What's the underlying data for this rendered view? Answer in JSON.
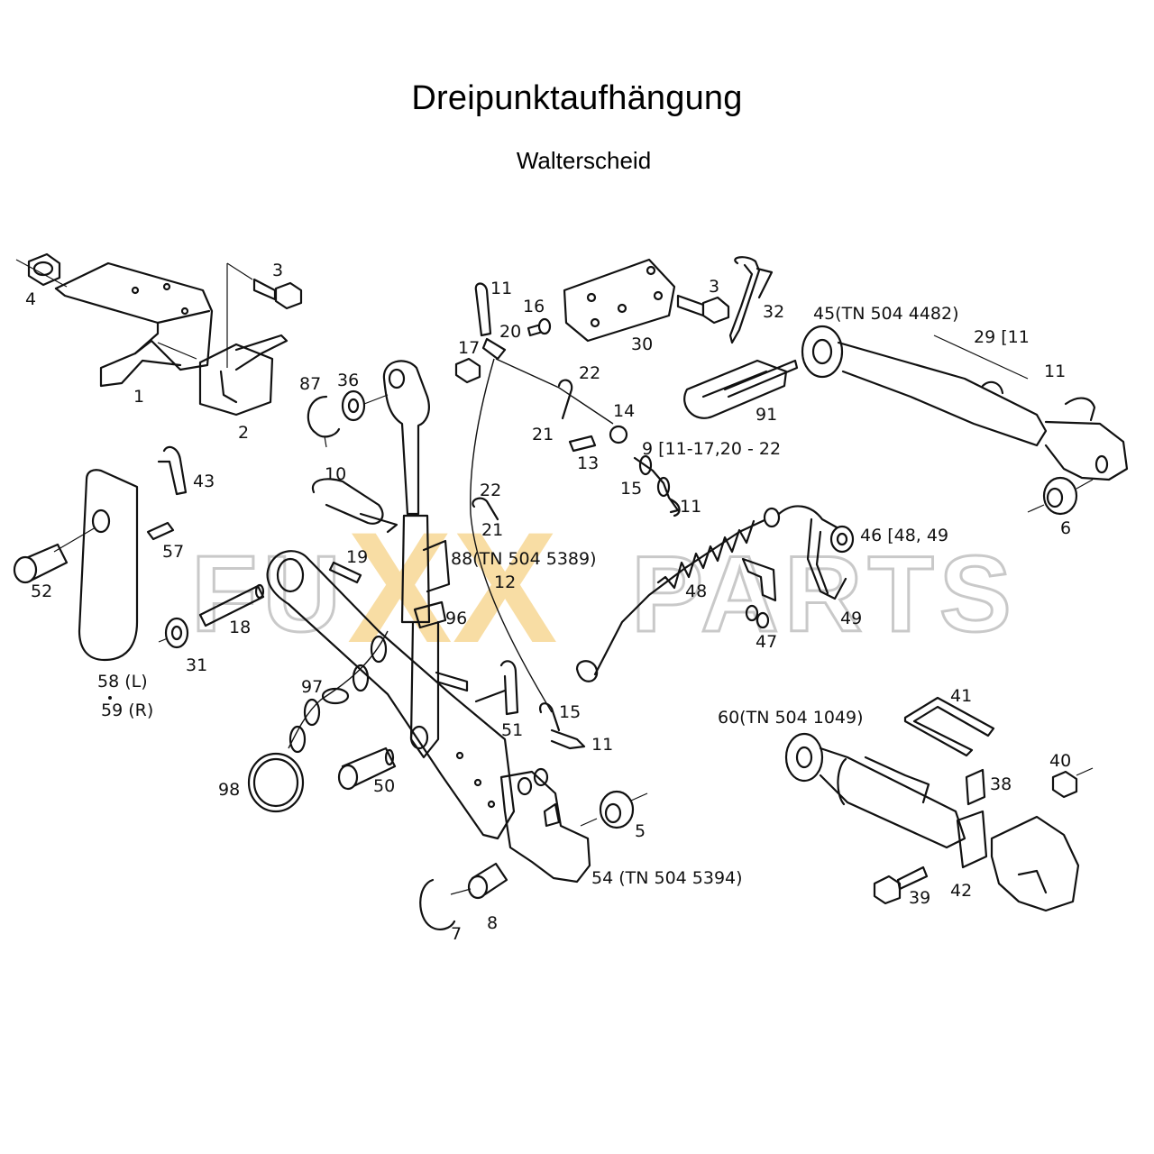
{
  "title": "Dreipunktaufhängung",
  "subtitle": "Walterscheid",
  "watermark": {
    "left": "FU",
    "middle": "XX",
    "right": "PARTS",
    "colors": {
      "outline": "#c9c9c9",
      "accent": "#f2c15a"
    }
  },
  "labels": [
    {
      "id": "4",
      "text": "4"
    },
    {
      "id": "1",
      "text": "1"
    },
    {
      "id": "3a",
      "text": "3"
    },
    {
      "id": "2",
      "text": "2"
    },
    {
      "id": "11a",
      "text": "11"
    },
    {
      "id": "16",
      "text": "16"
    },
    {
      "id": "20a",
      "text": "20"
    },
    {
      "id": "17",
      "text": "17"
    },
    {
      "id": "22a",
      "text": "22"
    },
    {
      "id": "21a",
      "text": "21"
    },
    {
      "id": "14",
      "text": "14"
    },
    {
      "id": "13",
      "text": "13"
    },
    {
      "id": "9",
      "text": "9 [11-17,20 - 22"
    },
    {
      "id": "15a",
      "text": "15"
    },
    {
      "id": "11b",
      "text": "11"
    },
    {
      "id": "30",
      "text": "30"
    },
    {
      "id": "3b",
      "text": "3"
    },
    {
      "id": "32",
      "text": "32"
    },
    {
      "id": "91",
      "text": "91"
    },
    {
      "id": "45",
      "text": "45(TN 504 4482)"
    },
    {
      "id": "29",
      "text": "29 [11"
    },
    {
      "id": "11c",
      "text": "11"
    },
    {
      "id": "6",
      "text": "6"
    },
    {
      "id": "87",
      "text": "87"
    },
    {
      "id": "36",
      "text": "36"
    },
    {
      "id": "43",
      "text": "43"
    },
    {
      "id": "57",
      "text": "57"
    },
    {
      "id": "52",
      "text": "52"
    },
    {
      "id": "58",
      "text": "58 (L)"
    },
    {
      "id": "59",
      "text": "59 (R)"
    },
    {
      "id": "10",
      "text": "10"
    },
    {
      "id": "19",
      "text": "19"
    },
    {
      "id": "18",
      "text": "18"
    },
    {
      "id": "31",
      "text": "31"
    },
    {
      "id": "22b",
      "text": "22"
    },
    {
      "id": "21b",
      "text": "21"
    },
    {
      "id": "88",
      "text": "88(TN 504 5389)"
    },
    {
      "id": "12",
      "text": "12"
    },
    {
      "id": "96",
      "text": "96"
    },
    {
      "id": "97",
      "text": "97"
    },
    {
      "id": "98",
      "text": "98"
    },
    {
      "id": "50",
      "text": "50"
    },
    {
      "id": "51",
      "text": "51"
    },
    {
      "id": "15b",
      "text": "15"
    },
    {
      "id": "11d",
      "text": "11"
    },
    {
      "id": "46",
      "text": "46 [48, 49"
    },
    {
      "id": "48",
      "text": "48"
    },
    {
      "id": "47",
      "text": "47"
    },
    {
      "id": "49",
      "text": "49"
    },
    {
      "id": "5",
      "text": "5"
    },
    {
      "id": "54",
      "text": "54 (TN 504 5394)"
    },
    {
      "id": "7",
      "text": "7"
    },
    {
      "id": "8",
      "text": "8"
    },
    {
      "id": "41",
      "text": "41"
    },
    {
      "id": "60",
      "text": "60(TN 504 1049)"
    },
    {
      "id": "38",
      "text": "38"
    },
    {
      "id": "40",
      "text": "40"
    },
    {
      "id": "39",
      "text": "39"
    },
    {
      "id": "42",
      "text": "42"
    }
  ]
}
